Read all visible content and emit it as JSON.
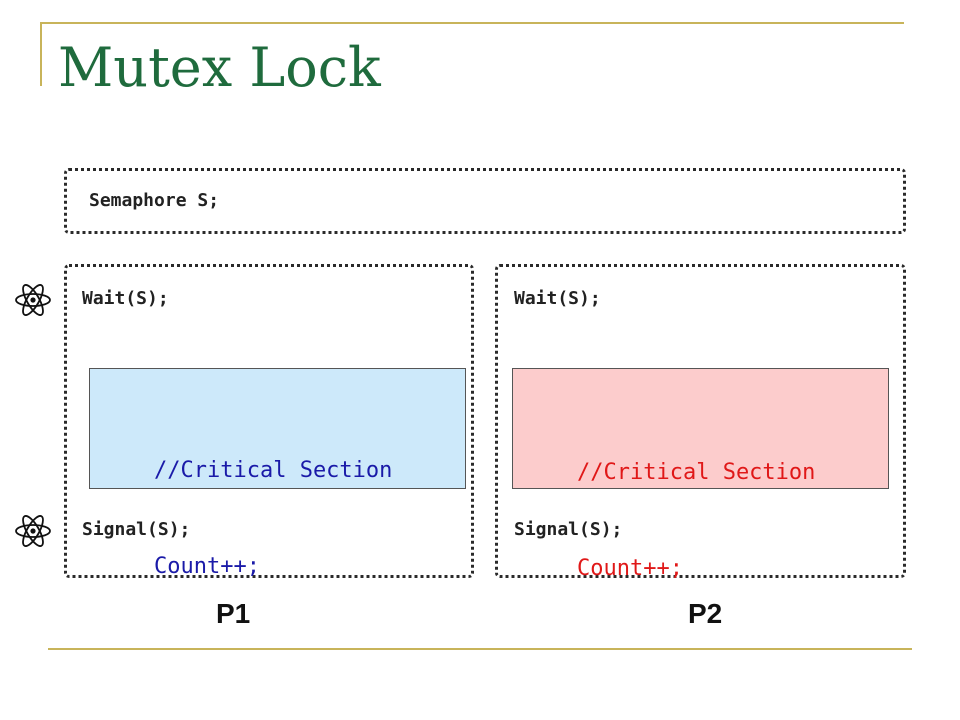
{
  "slide": {
    "title": "Mutex Lock",
    "shared": {
      "declaration": "Semaphore S;"
    },
    "processes": [
      {
        "label": "P1",
        "wait": "Wait(S);",
        "critical_comment": "//Critical Section",
        "critical_statement": "Count++;",
        "signal": "Signal(S);",
        "critical_fill": "#cde9fa",
        "critical_text_color": "#1a1aa8"
      },
      {
        "label": "P2",
        "wait": "Wait(S);",
        "critical_comment": "//Critical Section",
        "critical_statement": "Count++;",
        "signal": "Signal(S);",
        "critical_fill": "#fccccc",
        "critical_text_color": "#e01818"
      }
    ],
    "icons": [
      "atom-icon",
      "atom-icon"
    ],
    "colors": {
      "title": "#1f6b3d",
      "frame": "#c8b45a"
    }
  }
}
